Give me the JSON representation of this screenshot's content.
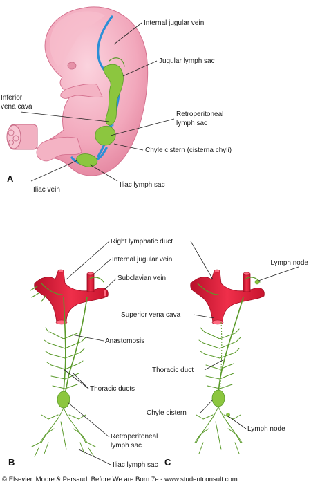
{
  "panels": {
    "a": "A",
    "b": "B",
    "c": "C"
  },
  "labels_a": {
    "internal_jugular_vein": "Internal jugular vein",
    "jugular_lymph_sac": "Jugular lymph sac",
    "inferior_vena_cava_1": "Inferior",
    "inferior_vena_cava_2": "vena cava",
    "retroperitoneal_1": "Retroperitoneal",
    "retroperitoneal_2": "lymph sac",
    "chyle_cistern": "Chyle cistern (cisterna chyli)",
    "iliac_vein": "Iliac vein",
    "iliac_lymph_sac": "Iliac lymph sac"
  },
  "labels_b": {
    "right_lymphatic_duct": "Right lymphatic duct",
    "internal_jugular_vein": "Internal jugular vein",
    "subclavian_vein": "Subclavian vein",
    "anastomosis": "Anastomosis",
    "thoracic_ducts": "Thoracic ducts",
    "retroperitoneal_1": "Retroperitoneal",
    "retroperitoneal_2": "lymph sac",
    "iliac_lymph_sac": "Iliac lymph sac"
  },
  "labels_c": {
    "lymph_node_top": "Lymph node",
    "superior_vena_cava": "Superior vena cava",
    "thoracic_duct": "Thoracic duct",
    "chyle_cistern": "Chyle cistern",
    "lymph_node_bottom": "Lymph node"
  },
  "footer": {
    "copyright": "© Elsevier. Moore & Persaud: Before We are Born 7e - www.studentconsult.com"
  },
  "colors": {
    "embryo_skin": "#f2a8bc",
    "embryo_shadow": "#e07b97",
    "lymph_green": "#8cc63f",
    "lymph_stroke": "#5a9a2a",
    "vein_blue": "#45a8e8",
    "vein_red": "#e0203c"
  }
}
